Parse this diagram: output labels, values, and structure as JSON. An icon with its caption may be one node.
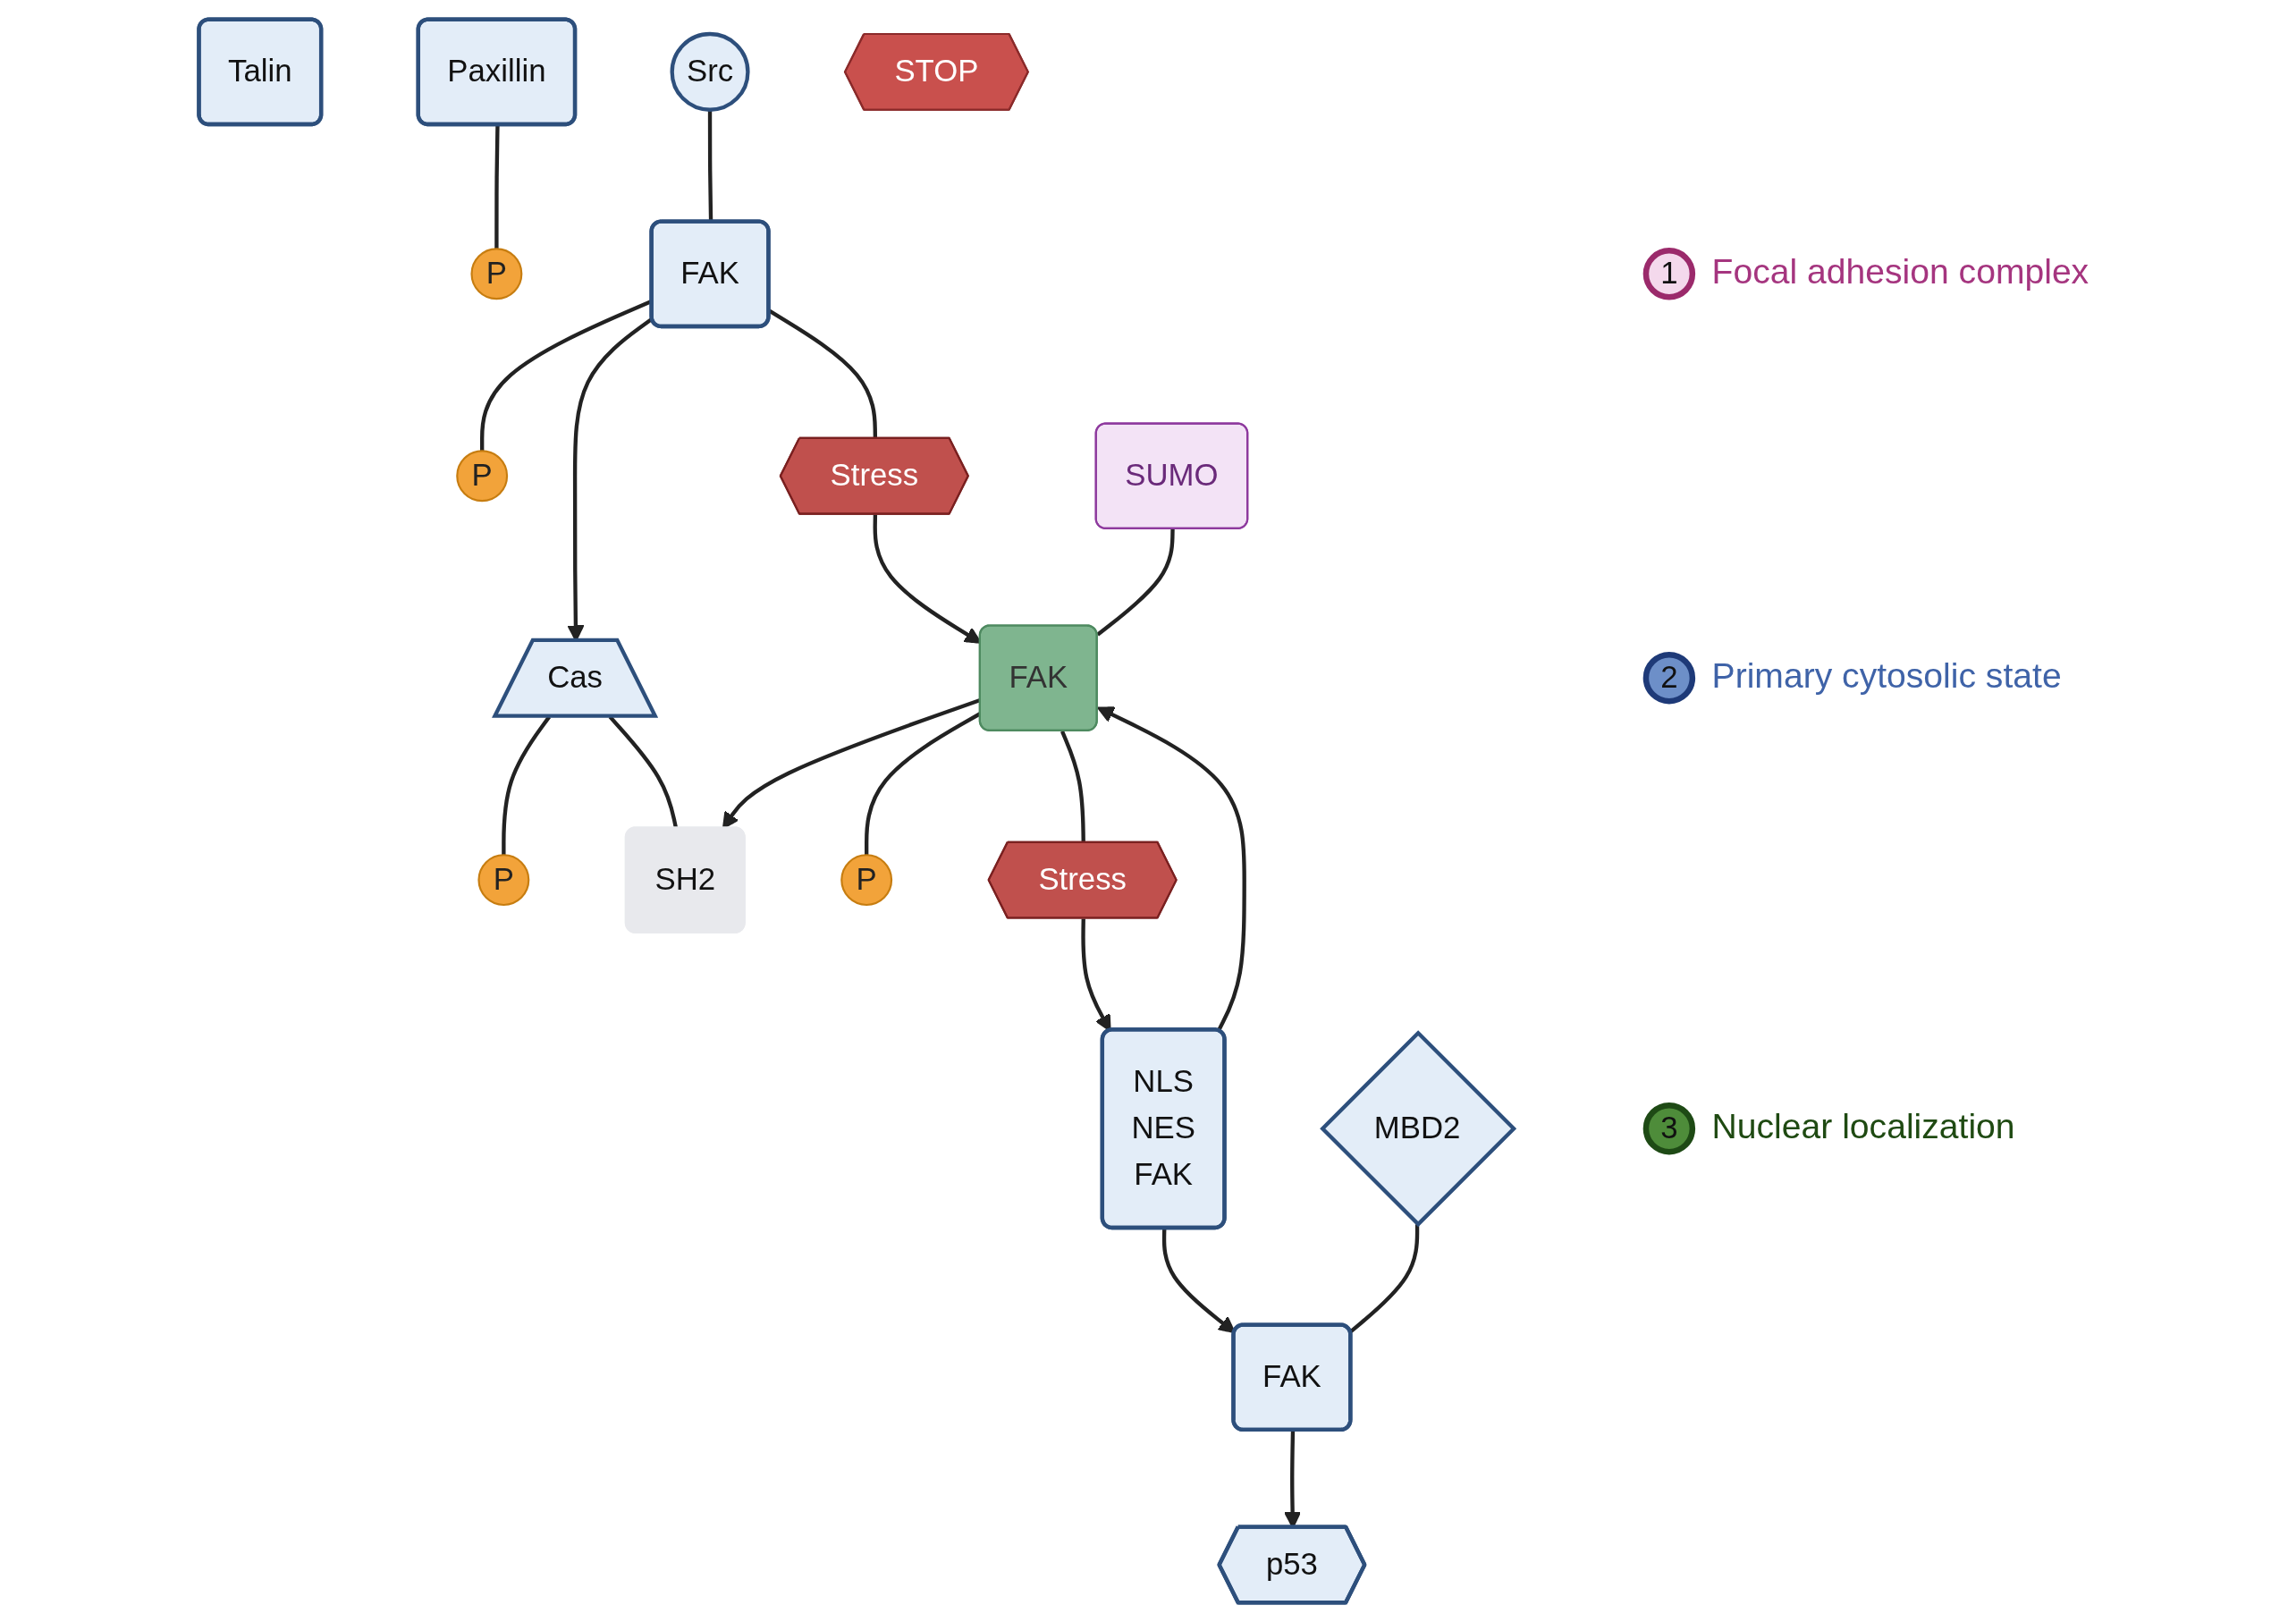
{
  "diagram": {
    "nodes": [
      {
        "text": [
          "1"
        ],
        "beside": [
          "Focal adhesion complex"
        ]
      },
      {
        "text": [
          "Talin"
        ]
      },
      {
        "text": [
          "Paxillin"
        ]
      },
      {
        "text": [
          "P"
        ]
      },
      {
        "text": [
          "FAK"
        ]
      },
      {
        "text": [
          "P"
        ]
      },
      {
        "text": [
          "Src"
        ]
      },
      {
        "text": [
          "Cas"
        ]
      },
      {
        "text": [
          "P"
        ]
      },
      {
        "text": [
          "SH2"
        ]
      },
      {
        "text": [
          "Stress"
        ]
      },
      {
        "text": [
          "SUMO"
        ]
      },
      {
        "text": [
          "FAK"
        ]
      },
      {
        "text": [
          "P"
        ]
      },
      {
        "text": [
          "STOP"
        ]
      },
      {
        "text": [
          "2"
        ],
        "beside": [
          "Primary cytosolic state"
        ]
      },
      {
        "text": [
          "Stress"
        ]
      },
      {
        "text": [
          "3"
        ],
        "beside": [
          "Nuclear localization"
        ]
      },
      {
        "text": [
          "NLS",
          "NES",
          "FAK"
        ]
      },
      {
        "text": [
          "MBD2"
        ]
      },
      {
        "text": [
          "FAK"
        ]
      },
      {
        "text": [
          "p53"
        ]
      }
    ],
    "edges": [
      {
        "from": 2,
        "to": 3,
        "arrow": "none"
      },
      {
        "from": 4,
        "to": 5,
        "arrow": "none"
      },
      {
        "from": 6,
        "to": 4,
        "arrow": "none"
      },
      {
        "from": 4,
        "to": 7,
        "arrow": "to"
      },
      {
        "from": 7,
        "to": 8,
        "arrow": "none"
      },
      {
        "from": 7,
        "to": 9,
        "arrow": "none"
      },
      {
        "from": 4,
        "to": 10,
        "arrow": "none"
      },
      {
        "from": 10,
        "to": 12,
        "arrow": "to"
      },
      {
        "from": 11,
        "to": 12,
        "arrow": "none"
      },
      {
        "from": 12,
        "to": 13,
        "arrow": "none"
      },
      {
        "from": 12,
        "to": 9,
        "arrow": "to"
      },
      {
        "from": 12,
        "to": 16,
        "arrow": "none"
      },
      {
        "from": 16,
        "to": 18,
        "arrow": "to"
      },
      {
        "from": 18,
        "to": 12,
        "arrow": "to"
      },
      {
        "from": 18,
        "to": 20,
        "arrow": "to"
      },
      {
        "from": 19,
        "to": 20,
        "arrow": "none"
      },
      {
        "from": 20,
        "to": 21,
        "arrow": "to"
      }
    ]
  }
}
